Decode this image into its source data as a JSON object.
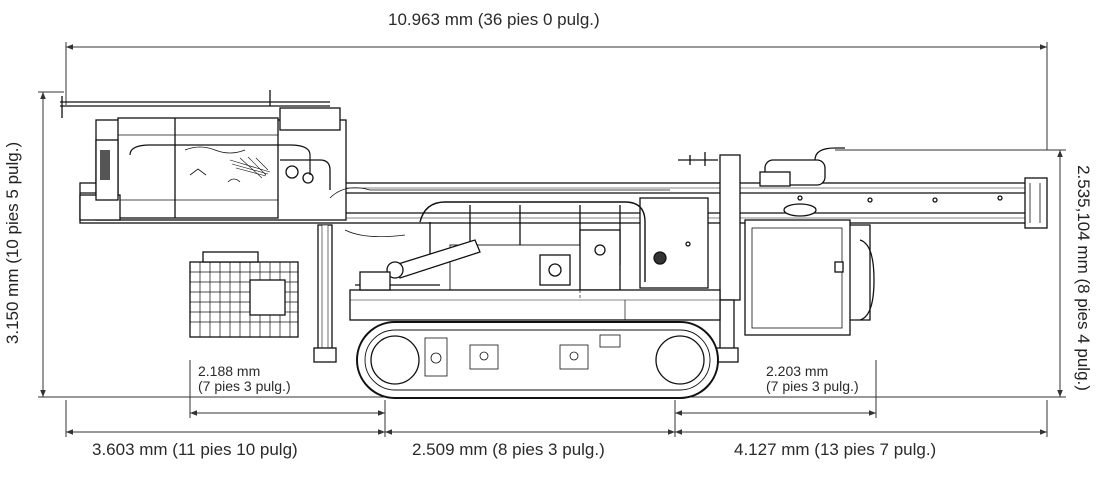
{
  "dimensions": {
    "overall_length": "10.963 mm (36 pies 0 pulg.)",
    "overall_height": "3.150 mm (10 pies 5 pulg.)",
    "right_height": "2.535,104 mm (8 pies 4 pulg.)",
    "front_overhang": "3.603 mm (11 pies 10 pulg)",
    "track_center": "2.509 mm (8 pies 3 pulg.)",
    "rear_overhang": "4.127 mm (13 pies 7 pulg.)",
    "left_inner_mm": "2.188 mm",
    "left_inner_ft": "(7 pies 3 pulg.)",
    "right_inner_mm": "2.203 mm",
    "right_inner_ft": "(7 pies 3 pulg.)"
  },
  "colors": {
    "line": "#1a1a1a",
    "dim_line": "#333333",
    "text": "#2a2a2a"
  }
}
